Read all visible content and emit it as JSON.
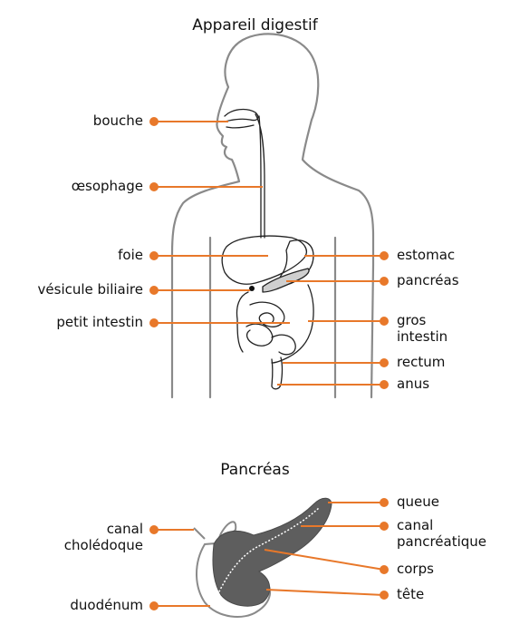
{
  "digestive": {
    "title": "Appareil digestif",
    "labels": {
      "mouth": "bouche",
      "esophagus": "œsophage",
      "liver": "foie",
      "gallbladder": "vésicule biliaire",
      "small_intestine": "petit intestin",
      "stomach": "estomac",
      "pancreas": "pancréas",
      "large_intestine_1": "gros",
      "large_intestine_2": "intestin",
      "rectum": "rectum",
      "anus": "anus"
    }
  },
  "pancreas_detail": {
    "title": "Pancréas",
    "labels": {
      "tail": "queue",
      "pancreatic_duct_1": "canal",
      "pancreatic_duct_2": "pancréatique",
      "body": "corps",
      "head": "tête",
      "bile_duct_1": "canal",
      "bile_duct_2": "cholédoque",
      "duodenum": "duodénum"
    }
  },
  "colors": {
    "accent": "#e8782a",
    "outline": "#8a8a8a",
    "organ_fill": "#5e5e5e",
    "text": "#111111"
  }
}
